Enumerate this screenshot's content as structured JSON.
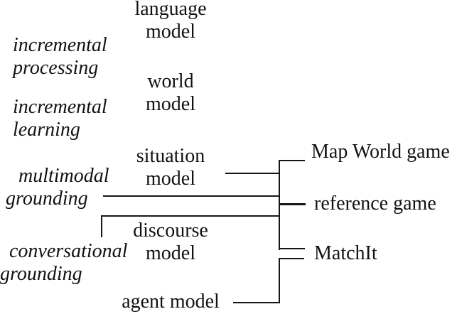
{
  "figure": {
    "background": "#ffffff",
    "line_color": "#161616",
    "text_color": "#121212"
  },
  "left_labels": [
    {
      "line1": "incremental",
      "line2": "processing"
    },
    {
      "line1": "incremental",
      "line2": "learning"
    },
    {
      "line1": "multimodal",
      "line2": "grounding"
    },
    {
      "line1": "conversational",
      "line2": "grounding"
    }
  ],
  "model_labels": [
    {
      "line1": "language",
      "line2": "model"
    },
    {
      "line1": "world",
      "line2": "model"
    },
    {
      "line1": "situation",
      "line2": "model"
    },
    {
      "line1": "discourse",
      "line2": "model"
    },
    {
      "line1": "agent model",
      "line2": ""
    }
  ],
  "game_labels": [
    "Map World game",
    "reference game",
    "MatchIt"
  ]
}
